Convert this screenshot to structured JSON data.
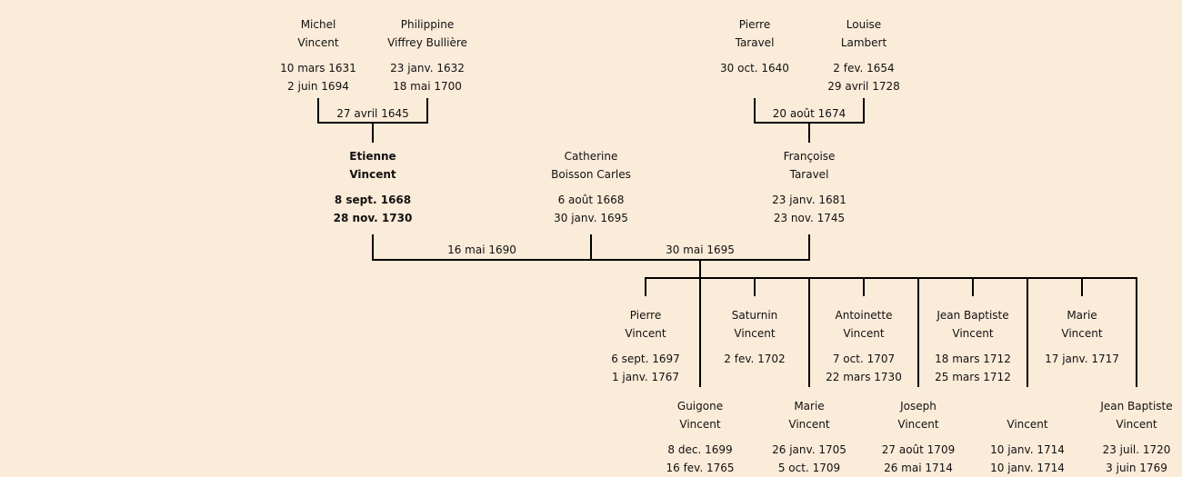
{
  "persons": [
    {
      "first": "Michel",
      "last": "Vincent",
      "birth": "10 mars 1631",
      "death": "2 juin 1694"
    },
    {
      "first": "Philippine",
      "last": "Viffrey Bullière",
      "birth": "23 janv. 1632",
      "death": "18 mai 1700"
    },
    {
      "first": "Pierre",
      "last": "Taravel",
      "birth": "30 oct. 1640",
      "death": ""
    },
    {
      "first": "Louise",
      "last": "Lambert",
      "birth": "2 fev. 1654",
      "death": "29 avril 1728"
    },
    {
      "first": "Etienne",
      "last": "Vincent",
      "birth": "8 sept. 1668",
      "death": "28 nov. 1730",
      "highlight": true
    },
    {
      "first": "Catherine",
      "last": "Boisson Carles",
      "birth": "6 août 1668",
      "death": "30 janv. 1695"
    },
    {
      "first": "Françoise",
      "last": "Taravel",
      "birth": "23 janv. 1681",
      "death": "23 nov. 1745"
    },
    {
      "first": "Pierre",
      "last": "Vincent",
      "birth": "6 sept. 1697",
      "death": "1 janv. 1767"
    },
    {
      "first": "Saturnin",
      "last": "Vincent",
      "birth": "2 fev. 1702",
      "death": ""
    },
    {
      "first": "Antoinette",
      "last": "Vincent",
      "birth": "7 oct. 1707",
      "death": "22 mars 1730"
    },
    {
      "first": "Jean Baptiste",
      "last": "Vincent",
      "birth": "18 mars 1712",
      "death": "25 mars 1712"
    },
    {
      "first": "Marie",
      "last": "Vincent",
      "birth": "17 janv. 1717",
      "death": ""
    },
    {
      "first": "Guigone",
      "last": "Vincent",
      "birth": "8 dec. 1699",
      "death": "16 fev. 1765"
    },
    {
      "first": "Marie",
      "last": "Vincent",
      "birth": "26 janv. 1705",
      "death": "5 oct. 1709"
    },
    {
      "first": "Joseph",
      "last": "Vincent",
      "birth": "27 août 1709",
      "death": "26 mai 1714"
    },
    {
      "first": "",
      "last": "Vincent",
      "birth": "10 janv. 1714",
      "death": "10 janv. 1714"
    },
    {
      "first": "Jean Baptiste",
      "last": "Vincent",
      "birth": "23 juil. 1720",
      "death": "3 juin 1769"
    }
  ],
  "marriages": [
    {
      "date": "27 avril 1645"
    },
    {
      "date": "20 août 1674"
    },
    {
      "date": "16 mai 1690"
    },
    {
      "date": "30 mai 1695"
    }
  ]
}
